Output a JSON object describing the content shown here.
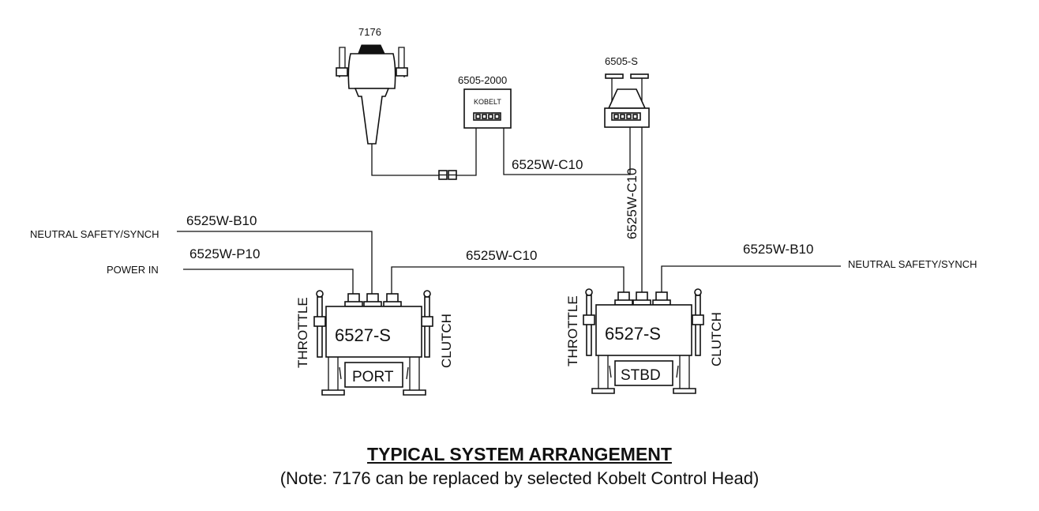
{
  "components": {
    "head": "7176",
    "station_box": "6505-2000",
    "station_brand": "KOBELT",
    "splitter": "6505-S",
    "port_actuator": "6527-S",
    "port_tag": "PORT",
    "stbd_actuator": "6527-S",
    "stbd_tag": "STBD",
    "throttle": "THROTTLE",
    "clutch": "CLUTCH"
  },
  "cables": {
    "head_link": "6525W-C10",
    "splitter_drop": "6525W-C10",
    "port_b": "6525W-B10",
    "port_p": "6525W-P10",
    "bridge": "6525W-C10",
    "stbd_b": "6525W-B10"
  },
  "signals": {
    "neutral_port": "NEUTRAL SAFETY/SYNCH",
    "power": "POWER IN",
    "neutral_stbd": "NEUTRAL SAFETY/SYNCH"
  },
  "caption": {
    "title": "TYPICAL SYSTEM ARRANGEMENT",
    "note": "(Note: 7176 can be replaced by selected Kobelt Control Head)"
  }
}
